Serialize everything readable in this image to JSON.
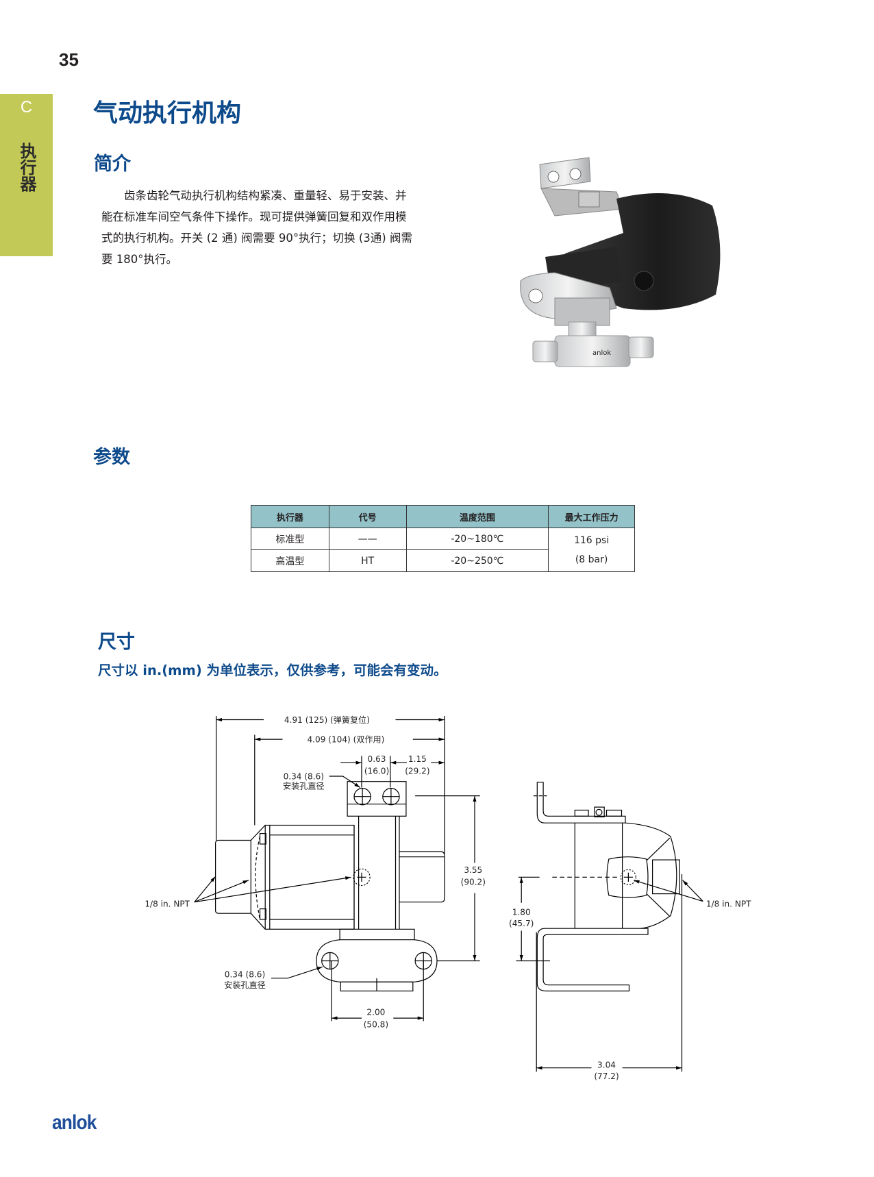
{
  "page_number": "35",
  "side_tab": {
    "letter": "C",
    "label": "执行器",
    "color": "#c3c956"
  },
  "title": "气动执行机构",
  "intro": {
    "heading": "简介",
    "text": "齿条齿轮气动执行机构结构紧凑、重量轻、易于安装、并能在标准车间空气条件下操作。现可提供弹簧回复和双作用模式的执行机构。开关 (2 通) 阀需要 90°执行；切换 (3通) 阀需要 180°执行。"
  },
  "params": {
    "heading": "参数",
    "table": {
      "headers": [
        "执行器",
        "代号",
        "温度范围",
        "最大工作压力"
      ],
      "rows": [
        [
          "标准型",
          "——",
          "-20~180℃"
        ],
        [
          "高温型",
          "HT",
          "-20~250℃"
        ]
      ],
      "pressure": [
        "116 psi",
        "(8 bar)"
      ],
      "header_color": "#93c2c9"
    }
  },
  "dimensions": {
    "heading": "尺寸",
    "note": "尺寸以 in.(mm) 为单位表示，仅供参考，可能会有变动。",
    "labels": {
      "overall_spring": "4.91 (125)  (弹簧复位)",
      "overall_double": "4.09 (104)  (双作用)",
      "hole_spacing_top": [
        "0.63",
        "(16.0)"
      ],
      "offset_top": [
        "1.15",
        "(29.2)"
      ],
      "mount_hole_top": [
        "0.34 (8.6)",
        "安装孔直径"
      ],
      "height": [
        "3.55",
        "(90.2)"
      ],
      "npt_left": "1/8 in. NPT",
      "mount_hole_bottom": [
        "0.34 (8.6)",
        "安装孔直径"
      ],
      "hole_spacing_bottom": [
        "2.00",
        "(50.8)"
      ],
      "side_height": [
        "1.80",
        "(45.7)"
      ],
      "side_width": [
        "3.04",
        "(77.2)"
      ],
      "npt_right": "1/8 in. NPT"
    }
  },
  "logo": "anlok",
  "photo_mark": "anlok",
  "brand_color": "#0d4a8b"
}
